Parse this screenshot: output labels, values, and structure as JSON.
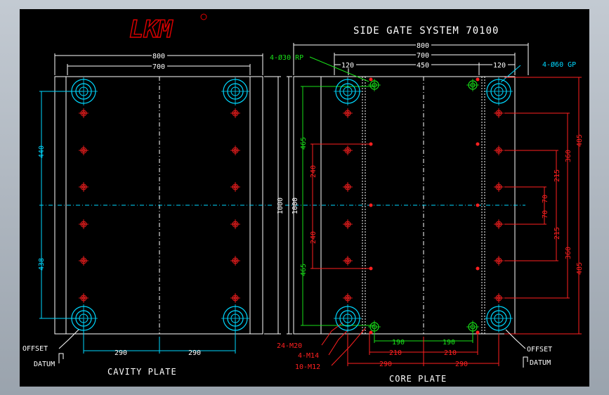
{
  "logo": {
    "text": "LKM",
    "color": "#e00000"
  },
  "title": "SIDE GATE SYSTEM 70100",
  "colors": {
    "line": "#ffffff",
    "dim": "#ffffff",
    "red": "#ff2020",
    "green": "#19e019",
    "cyan": "#00d8ff",
    "bg": "#000000"
  },
  "cavity": {
    "label": "CAVITY PLATE",
    "width_outer": "800",
    "width_inner": "700",
    "height": "1000",
    "upper": "440",
    "lower": "438",
    "bottom_left": "290",
    "bottom_right": "290",
    "offset": "OFFSET",
    "datum": "DATUM"
  },
  "core": {
    "label": "CORE PLATE",
    "width_outer": "800",
    "width_inner": "700",
    "seg_left": "120",
    "seg_mid": "450",
    "seg_right": "120",
    "height": "1000",
    "rp_label": "4-Ø30 RP",
    "gp_label": "4-Ø60 GP",
    "left_465_top": "465",
    "left_465_bottom": "465",
    "left_240_top": "240",
    "left_240_bottom": "240",
    "right_485_top": "485",
    "right_485_bottom": "485",
    "right_360_top": "360",
    "right_360_bottom": "360",
    "right_215_top": "215",
    "right_215_bottom": "215",
    "right_70_top": "70",
    "right_70_bottom": "70",
    "b190_left": "190",
    "b190_right": "190",
    "b210_left": "210",
    "b210_right": "210",
    "b290_left": "290",
    "b290_right": "290",
    "m20": "24-M20",
    "m14": "4-M14",
    "m12": "10-M12",
    "offset": "OFFSET",
    "datum": "DATUM"
  }
}
